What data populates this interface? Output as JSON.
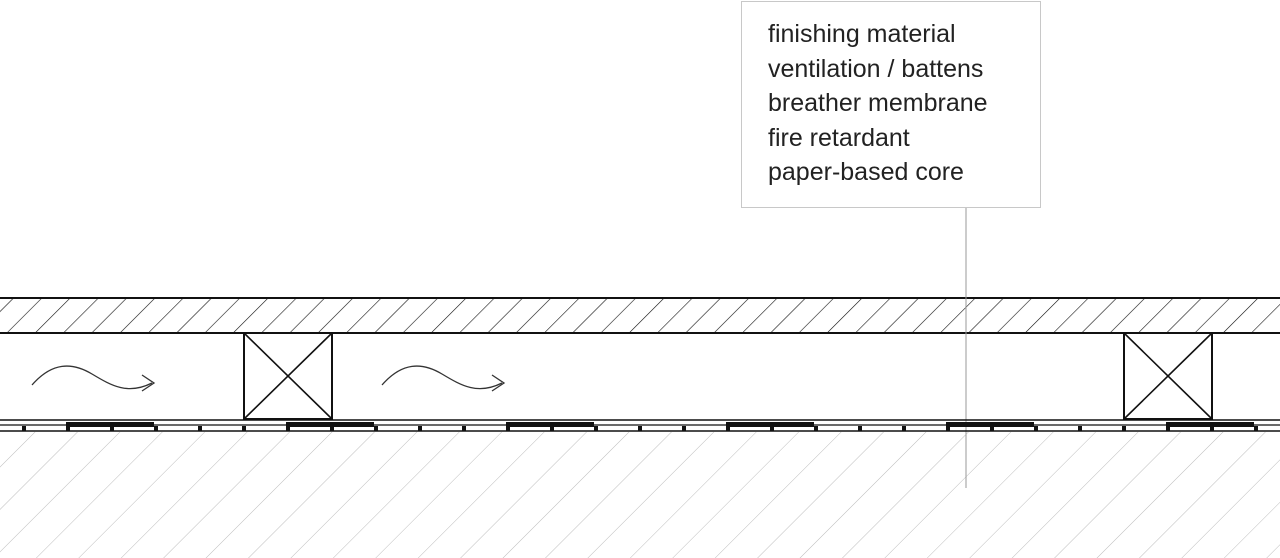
{
  "legend": {
    "layers": [
      "finishing material",
      "ventilation / battens",
      "breather membrane",
      "fire retardant",
      "paper-based core"
    ]
  },
  "diagram": {
    "airflow_arrows": 2,
    "battens": 2,
    "colors": {
      "line": "#111111",
      "hatch_core": "#bdbdbd",
      "leader": "#9a9a9a",
      "legend_border": "#c8c8c8",
      "text": "#222222"
    }
  }
}
